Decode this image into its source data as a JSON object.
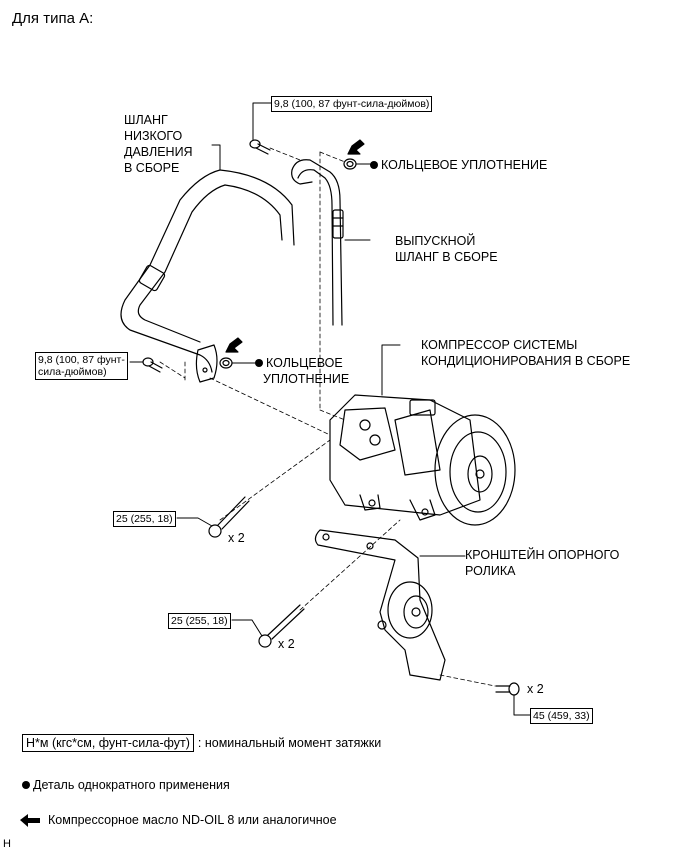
{
  "header": {
    "title": "Для типа A:"
  },
  "parts": {
    "low_pressure_hose": [
      "ШЛАНГ",
      "НИЗКОГО",
      "ДАВЛЕНИЯ",
      "В СБОРЕ"
    ],
    "o_ring_top": "КОЛЬЦЕВОЕ УПЛОТНЕНИЕ",
    "discharge_hose": [
      "ВЫПУСКНОЙ",
      "ШЛАНГ В СБОРЕ"
    ],
    "o_ring_left": [
      "КОЛЬЦЕВОЕ",
      "УПЛОТНЕНИЕ"
    ],
    "compressor": [
      "КОМПРЕССОР СИСТЕМЫ",
      "КОНДИЦИОНИРОВАНИЯ В СБОРЕ"
    ],
    "idler_bracket": [
      "КРОНШТЕЙН ОПОРНОГО",
      "РОЛИКА"
    ]
  },
  "torques": {
    "top_bolt": "9,8 (100, 87 фунт-сила-дюймов)",
    "left_bolt": [
      "9,8 (100, 87 фунт-",
      "сила-дюймов)"
    ],
    "upper_mount_bolt": "25 (255, 18)",
    "lower_mount_bolt": "25 (255, 18)",
    "bracket_bolt": "45 (459, 33)"
  },
  "quantities": {
    "upper_mount_bolt": "x 2",
    "lower_mount_bolt": "x 2",
    "bracket_bolt": "x 2"
  },
  "legend": {
    "torque_unit": "Н*м (кгс*см, фунт-сила-фут)",
    "torque_desc": ": номинальный момент затяжки",
    "non_reusable": "Деталь однократного применения",
    "oil": "Компрессорное масло ND-OIL 8 или аналогичное"
  },
  "footer": {
    "code": "H"
  }
}
